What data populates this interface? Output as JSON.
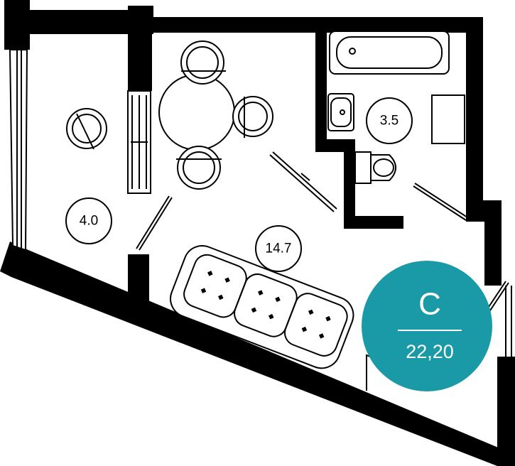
{
  "plan": {
    "rooms": [
      {
        "id": "balcony",
        "area": "4.0"
      },
      {
        "id": "living",
        "area": "14.7"
      },
      {
        "id": "bathroom",
        "area": "3.5"
      }
    ],
    "unit_type": "C",
    "total_area": "22,20",
    "colors": {
      "badge": "#1a9aa6",
      "walls": "#000000",
      "background": "#ffffff"
    }
  }
}
